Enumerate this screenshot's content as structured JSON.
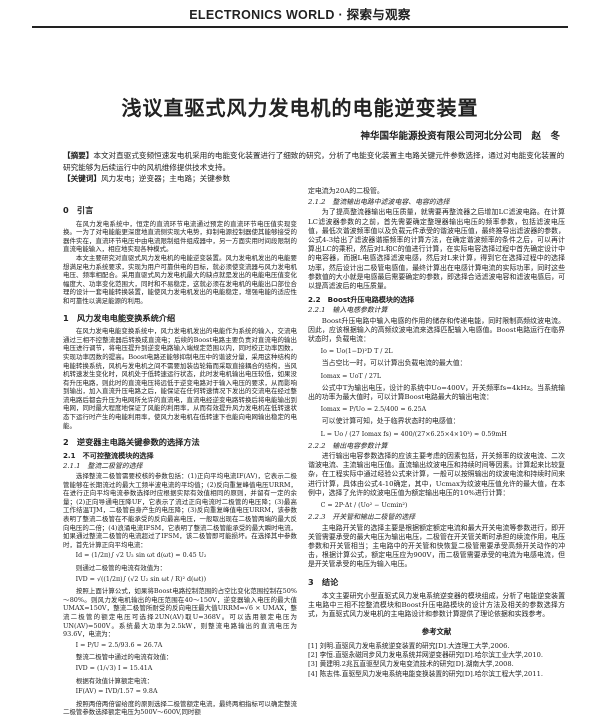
{
  "header": {
    "journal": "ELECTRONICS WORLD · 探索与观察"
  },
  "title": "浅议直驱式风力发电机的电能逆变装置",
  "author": "神华国华能源投资有限公司河北分公司　赵　冬",
  "abstract": {
    "label": "【摘要】",
    "text": "本文对直驱式变频恒速发电机采用的电能变化装置进行了细致的研究，分析了电能变化装置主电路关键元件参数选择，通过对电能变化装置的研究能够为后续运行中的风机维修提供技术支持。",
    "kw_label": "【关键词】",
    "kw_text": "风力发电；逆变器；主电路；关键参数"
  },
  "left": {
    "s0": "0　引言",
    "p0a": "在风力发电系统中，恒定的直流环节电流通过预定的直流环节电压值实现变换。一为了对电能能更深度地直流侧实现大电势，抑制电源控制器使其能够接受的器件实在，直流环节电压中由电流限制组件组成器中，另一方面实用时间段限制的直流电能输入，相应地实现各种模式。",
    "p0b": "本文主要研究对直驱式风力发电机的电能逆变装置。风力发电机发出的电能要想满足电力系统要求，实现为用户可靠供电的目标，就必须使变流器与风力发电机电压、频率相配合。采用直驱式风力发电机最大的缺点就是发出的电能电压值变化幅度大、功率变化范围大，同时和不易稳定，这就必须在发电机的电能出口部位合理的设计一套电能转换装置，能使风力发电机发出的电能稳定，增强电能的适应性和可靠性以满足能源的利用。",
    "s1": "1　风力发电电能变换系统介绍",
    "p1": "在风力发电电能变换系统中，风力发电机发出的电能作为系统的输入，交流电通过三相不控整流器后转换成直流电；后续的Boost电路主要负责对直流电的输出电压进行调节，将电压提升到逆变电路输入端规定范围以内，同时校正功率因数，实现功率因数的提高。Boost电路还能够抑制电压中的谐波分量，采用这种结构的电能转换系统，风机与发电机之间不需要加装齿轮箱而采取直接耦合的结构，当风机转速发生变化时，风机处于低转速运行状态，此时发电机输出电压较低，如果没有升压电路，则此时的直流电压将远低于逆变电路对于输入电压的要求，从而影响到输出，加入直流升压电路之后，能保证在任何转速情况下发出的交流电在经过整流电路后都会升压为电网所允许的直流电，直流电经逆变电路转换后将电能输出到电网，同时最大程度地保证了风能的利用率，从而有效提升风力发电机在低转速状态下运行时产生的电能利用率，使风力发电机在低转速下也能向电网输出稳定的电能。",
    "s2": "2　逆变器主电路关键参数的选择方法",
    "s21": "2.1　不可控整流模块的选择",
    "s211": "2.1.1　整流二极管的选择",
    "p211": "选择整流二极管需要校核的参数包括：(1)正向平均电流IF(AV)，它表示二极管能够在长期流过的最大工频半波电流的平均值；(2)反向重复峰值电压URRM，在进行正向平均电流参数选择时应根据实际有效值相同的原则，并留有一定的余量；(2)正向导通电压降UF，它表示了流过正向电流时二极管的电压降；(3)最高工作结温TJM，二极管自身产生的电压降；(3)反向重复峰值电压URRM，该参数表明了整流二极管在不能承受的反向最高电压，一般取出现在二极管两端的最大反向电压的二倍；(4)浪涌电流IFSM，它表明了整流二极管能承受的最大瞬时电流，如果通过整流二极管的电流超过了IFSM，该二极管即可能损坏。在选择其中参数时，首先计算正向平均电流：",
    "eq1": "Id = (1/2π)∫ √2 U₂ sin ωt d(ωt) = 0.45 U₂",
    "p211b": "则通过二极管的电流有效值为：",
    "eq2": "IVD = √((1/2π)∫ (√2 U₂ sin ωt / R)² d(ωt))",
    "p211c": "按照上面计算公式，如果将Boost电路控制范围的占空比变化范围控制在50%～80%。则风力发电机输出的电压范围在40～150V，逆变器输入电压的最大值UMAX=150V，整流二极管所耐受的反向电压最大值URRM=√6 × UMAX，整流二极管的额定电压可选择2UN(AV)取U=368V。可以选用额定电压为UN(AV)=500V。系统最大功率为2.5kW，则整流电路输出的直流电压为93.6V，电流为：",
    "eq3": "I = P/U = 2.5/93.6 ≈ 26.7A",
    "p211d": "整流二极管中通过的电流有效值：",
    "eq4": "IVD = (1/√3) I = 15.41A",
    "p211e": "根据有效值计算额定电流：",
    "eq5": "IF(AV) = IVD/1.57 = 9.8A",
    "p211f": "按照两倍两倍留给度的原则选择二极管额定电流，最终两相指标可以确定整流二极管参数选择额定电压为500V～600V,同时额"
  },
  "right": {
    "p_top": "定电流为20A的二极管。",
    "s212": "2.1.2　整流输出电路中滤波电容、电容的选择",
    "p212": "为了提高整流器输出电压质量，就需要再整流器之后增加LC滤波电路。在计算LC滤波器参数的之前，首先需要确定整理器输出电压的频率参数，包括滤波电压值，最低次谐波频率值以及负载元件承受的谐波电压值，最终推导出滤波器的参数，公式4-3给出了滤波器谐振频率的计算方法，在确定谐波频率的条件之后，可以再计算出LC的乘积，然后对L和C的值进行计算，在实际电容选择过程中首先确定设计中的电容器，而据L电感选择滤波电感，然后对L来计算，得到它在选择过程中的选择功率，然后设计出二极管电感值，最终计算出在电感计算电流的实际功率，同时这些参数值的大小就是电感最后需要确定的参数，即选择合适滤波电容和滤波电感后，可以提高滤波后的电压质量。",
    "s22": "2.2　Boost升压电路模块的选择",
    "s221": "2.2.1　输入电感参数计算",
    "p221": "Boost升压电路中输入电感的作用的储存和传递电能，同时限制高频纹波电流。因此，应该根据输入的高频纹波电流来选择匹配输入电感值。Boost电路运行在临界状态时，负载电流：",
    "eq6": "Io = Uo(1−D)²D T / 2L",
    "p221b": "当占空比一时，可以计算出负载电流的最大值：",
    "eq7": "Iomax = UoT / 27L",
    "p221c": "公式中T为输出电压，设计的系统中Uo=400V，开关频率fs=4kHz。当系统输出的功率为最大值时，可以计算Boost电路最大的输出电流：",
    "eq8": "Iomax = P/Uo = 2.5/400 = 6.25A",
    "p221d": "可以使计算可知，处于临界状态时的电感值：",
    "eq9": "L = Uo / (27 Iomax fs) = 400/(27×6.25×4×10³) ≈ 0.59mH",
    "s222": "2.2.2　输出电容参数计算",
    "p222": "进行输出电容参数选择的应该主要考虑的因素包括，开关频率的纹波电流、二次谐波电流、主流输出电压值。直流输出纹波电压和持续时间等因素。计算起来比较复杂，在工程实际中通过经验公式来计算，一般可以按照输出的纹波电流和持续时间来进行计算，具体由公式4-10确定，其中，Ucmax为纹波电压值允许的最大值，在本例中，选择了允许的纹波电压值为额定输出电压的10%进行计算：",
    "eq10": "C = 2P·Δt / (Uo² − Ucmin²)",
    "s223": "2.2.3　开关管和输出二极管的选择",
    "p223": "主电路开关管的选择主要是根据额定额定电流和最大开关电流等参数进行，即开关管需要承受的最大电压为输出电压，二极管在开关管关断时承担的续流作用，电压参数和开关管相当；主电路中的开关管和快恢复二极管需要承受高频开关动作的冲击，根据计算公式，额定电压应为900V，而二极管需要承受的电流为电感电流，但是开关管承受的电压为输入电压。",
    "s3": "3　结论",
    "p3": "本文主要研究小型直驱式风力发电系统逆变器的模块组成，分析了电能逆变装置主电路中三相不控整流模块和Boost升压电路模块的设计方法及相关的参数选择方式，为直驱式风力发电机的主电路设计和参数计算提供了理论依据和实践参考。",
    "refs_title": "参考文献",
    "refs": [
      "[1] 刘明.直驱风力发电系统逆变装置的研究[D].大连理工大学,2006.",
      "[2] 李恒.直驱永磁同步风力发电系统并网逆变器研究[D].哈尔滨工业大学,2010.",
      "[3] 黄建明.2兆瓦直驱型风力发电变流技术的研究[D].湖南大学,2008.",
      "[4] 陈志伟.直驱型风力发电系统电能变换装置的研究[D].哈尔滨工程大学,2011."
    ]
  }
}
